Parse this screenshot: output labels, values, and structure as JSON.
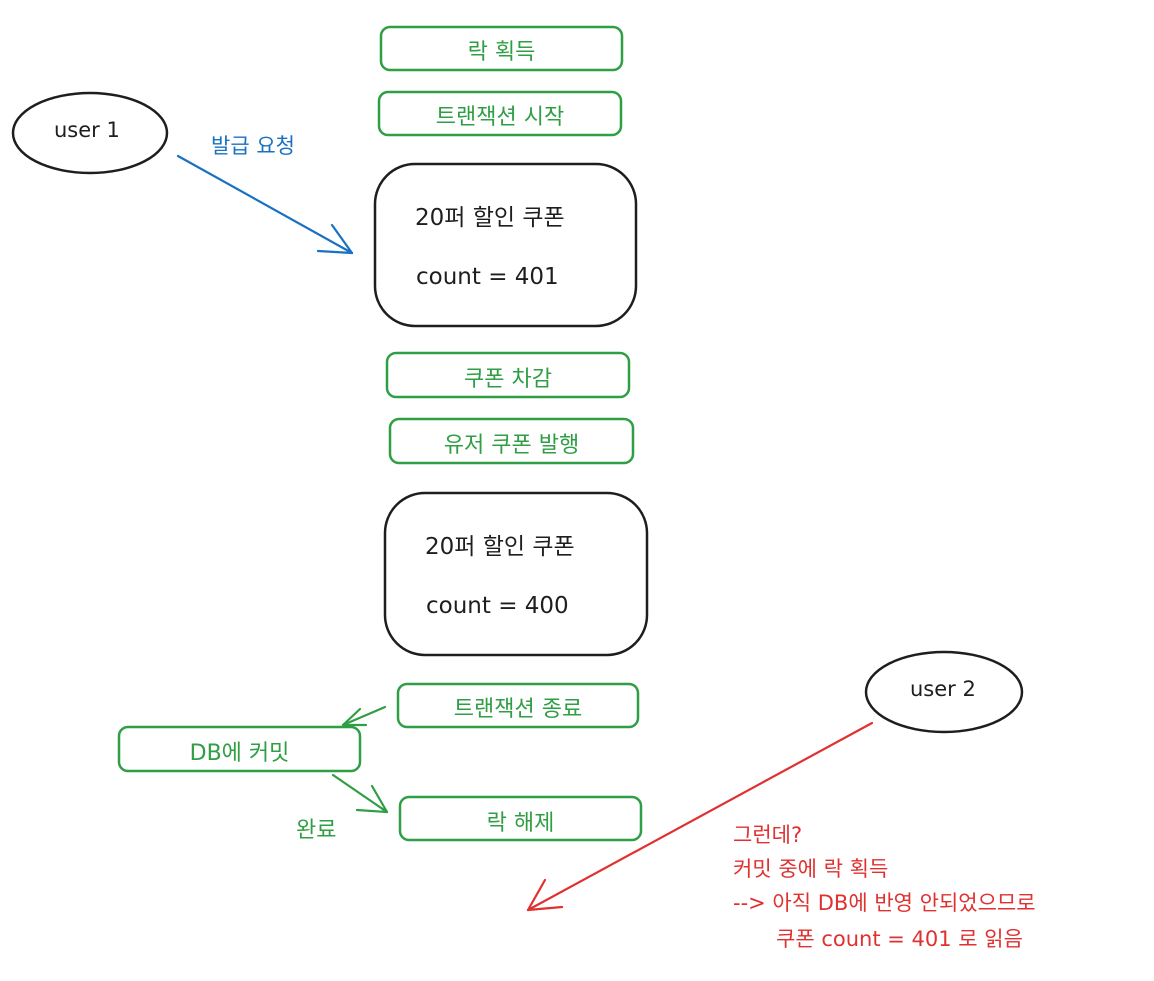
{
  "colors": {
    "green": "#2f9e44",
    "blue": "#1971c2",
    "red": "#e03131",
    "black": "#1e1e1e",
    "background": "#ffffff"
  },
  "steps_top": {
    "lock_acquire": "락 획득",
    "tx_start": "트랜잭션 시작"
  },
  "user1": {
    "label": "user 1",
    "request_label": "발급 요청"
  },
  "coupon_before": {
    "title": "20퍼 할인 쿠폰",
    "count": "count = 401"
  },
  "steps_middle": {
    "coupon_decrement": "쿠폰 차감",
    "user_coupon_issue": "유저 쿠폰 발행"
  },
  "coupon_after": {
    "title": "20퍼 할인 쿠폰",
    "count": "count = 400"
  },
  "steps_bottom": {
    "tx_end": "트랜잭션 종료",
    "db_commit": "DB에 커밋",
    "done_label": "완료",
    "lock_release": "락 해제"
  },
  "user2": {
    "label": "user 2",
    "note_lines": [
      "그런데?",
      "커밋 중에 락 획득",
      "--> 아직 DB에 반영 안되었으므로",
      "쿠폰 count = 401 로 읽음"
    ]
  }
}
